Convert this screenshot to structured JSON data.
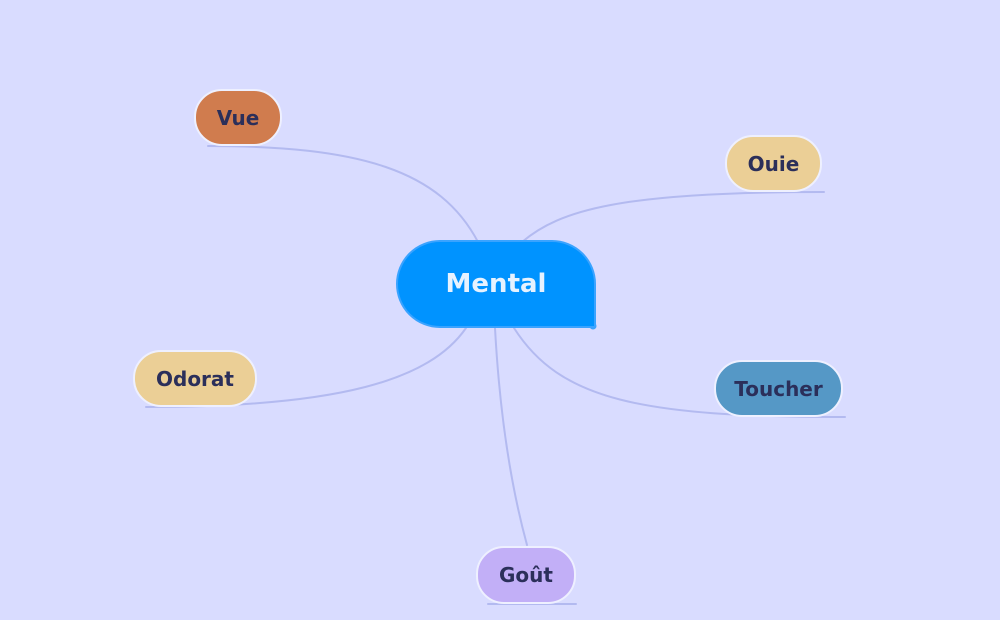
{
  "mindmap": {
    "central": {
      "label": "Mental",
      "color": "#0093ff"
    },
    "branches": [
      {
        "id": "vue",
        "label": "Vue",
        "color": "#d07c4e"
      },
      {
        "id": "ouie",
        "label": "Ouie",
        "color": "#ebcf96"
      },
      {
        "id": "odorat",
        "label": "Odorat",
        "color": "#ebcf96"
      },
      {
        "id": "toucher",
        "label": "Toucher",
        "color": "#5598c6"
      },
      {
        "id": "gout",
        "label": "Goût",
        "color": "#c2aff7"
      }
    ]
  },
  "colors": {
    "background": "#d9dcff",
    "connector": "#b3baf0",
    "text_dark": "#2b2f5a",
    "text_central": "#e6f2ff"
  }
}
